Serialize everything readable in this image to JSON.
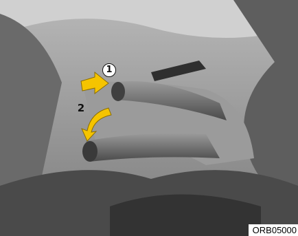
{
  "figure": {
    "step_1": "1",
    "step_2": "2",
    "image_code": "ORB05000"
  },
  "colors": {
    "arrow": "#f5c400",
    "interior_dark": "#3a3a3a",
    "interior_light": "#c4c4c4"
  },
  "icons": [
    "release-arrow-icon",
    "lower-arrow-icon"
  ]
}
